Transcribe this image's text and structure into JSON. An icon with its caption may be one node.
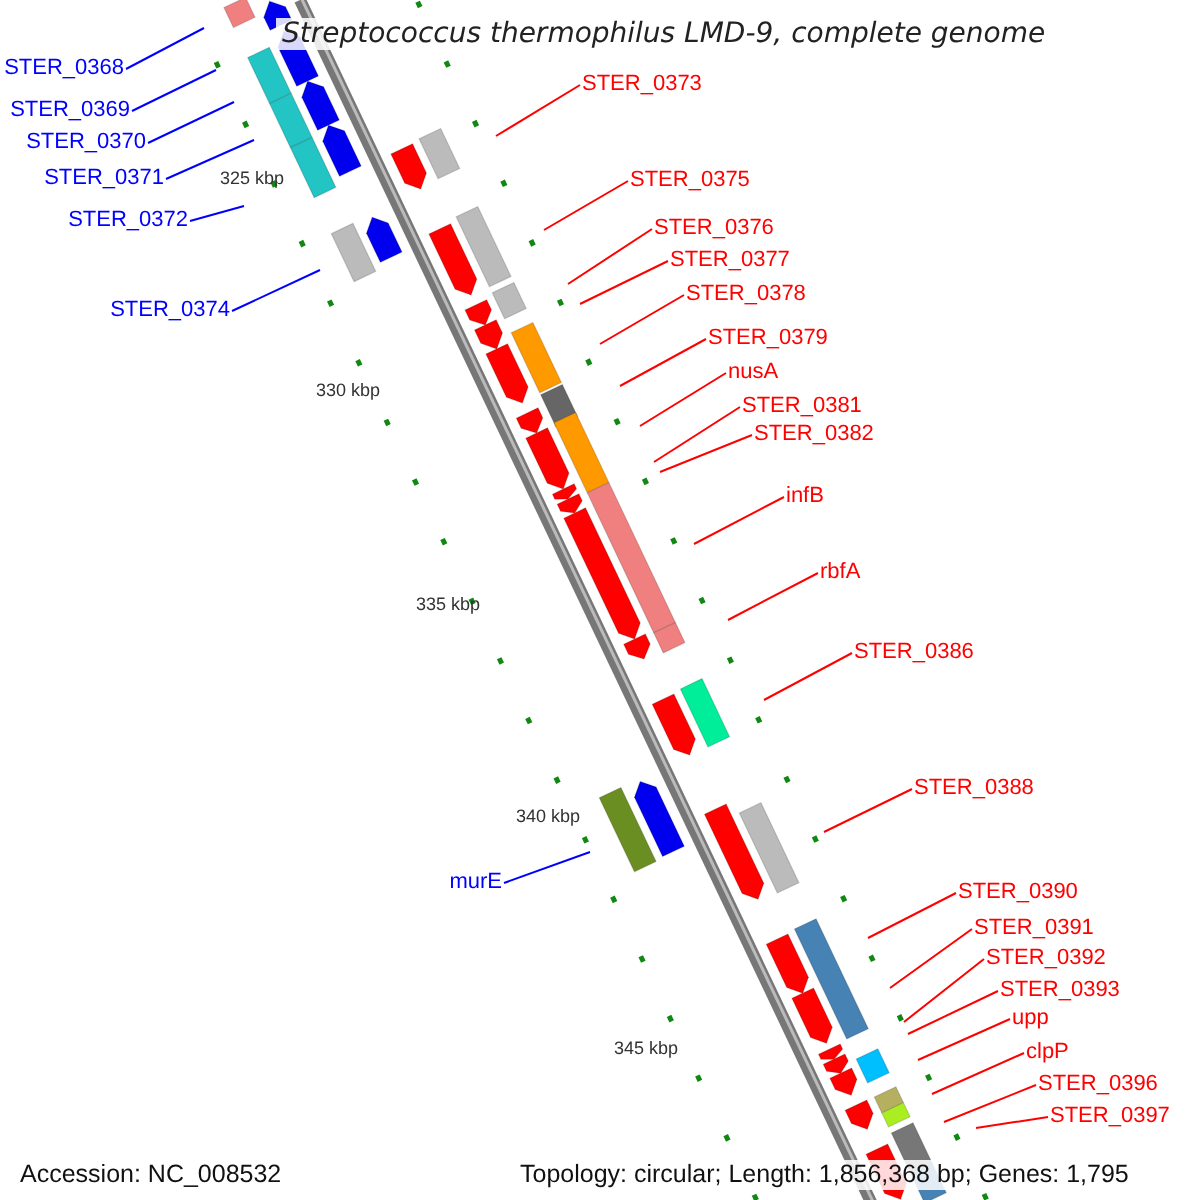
{
  "diagram": {
    "title": "Streptococcus thermophilus LMD-9, complete genome",
    "nodes": [
      {
        "text": [
          "STER_0368"
        ]
      },
      {
        "text": [
          "STER_0369"
        ]
      },
      {
        "text": [
          "STER_0370"
        ]
      },
      {
        "text": [
          "STER_0371"
        ]
      },
      {
        "text": [
          "STER_0372"
        ]
      },
      {
        "text": [
          "STER_0374"
        ]
      },
      {
        "text": [
          "murE"
        ]
      },
      {
        "text": [
          "STER_0373"
        ]
      },
      {
        "text": [
          "STER_0375"
        ]
      },
      {
        "text": [
          "STER_0376"
        ]
      },
      {
        "text": [
          "STER_0377"
        ]
      },
      {
        "text": [
          "STER_0378"
        ]
      },
      {
        "text": [
          "STER_0379"
        ]
      },
      {
        "text": [
          "nusA"
        ]
      },
      {
        "text": [
          "STER_0381"
        ]
      },
      {
        "text": [
          "STER_0382"
        ]
      },
      {
        "text": [
          "infB"
        ]
      },
      {
        "text": [
          "rbfA"
        ]
      },
      {
        "text": [
          "STER_0386"
        ]
      },
      {
        "text": [
          "STER_0388"
        ]
      },
      {
        "text": [
          "STER_0390"
        ]
      },
      {
        "text": [
          "STER_0391"
        ]
      },
      {
        "text": [
          "STER_0392"
        ]
      },
      {
        "text": [
          "STER_0393"
        ]
      },
      {
        "text": [
          "upp"
        ]
      },
      {
        "text": [
          "clpP"
        ]
      },
      {
        "text": [
          "STER_0396"
        ]
      },
      {
        "text": [
          "STER_0397"
        ]
      }
    ],
    "edges": [
      {
        "from": 0,
        "to": null,
        "arrow": "none",
        "color": "#0000ff"
      },
      {
        "from": 1,
        "to": null,
        "arrow": "none",
        "color": "#0000ff"
      },
      {
        "from": 2,
        "to": null,
        "arrow": "none",
        "color": "#0000ff"
      },
      {
        "from": 3,
        "to": null,
        "arrow": "none",
        "color": "#0000ff"
      },
      {
        "from": 4,
        "to": null,
        "arrow": "none",
        "color": "#0000ff"
      },
      {
        "from": 5,
        "to": null,
        "arrow": "none",
        "color": "#0000ff"
      },
      {
        "from": 6,
        "to": null,
        "arrow": "none",
        "color": "#0000ff"
      },
      {
        "from": 7,
        "to": null,
        "arrow": "none"
      },
      {
        "from": 8,
        "to": null,
        "arrow": "none"
      },
      {
        "from": 9,
        "to": null,
        "arrow": "none"
      },
      {
        "from": 10,
        "to": null,
        "arrow": "none"
      },
      {
        "from": 11,
        "to": null,
        "arrow": "none"
      },
      {
        "from": 12,
        "to": null,
        "arrow": "none"
      },
      {
        "from": 13,
        "to": null,
        "arrow": "none"
      },
      {
        "from": 14,
        "to": null,
        "arrow": "none"
      },
      {
        "from": 15,
        "to": null,
        "arrow": "none"
      },
      {
        "from": 16,
        "to": null,
        "arrow": "none"
      },
      {
        "from": 17,
        "to": null,
        "arrow": "none"
      },
      {
        "from": 18,
        "to": null,
        "arrow": "none"
      },
      {
        "from": 19,
        "to": null,
        "arrow": "none"
      },
      {
        "from": 20,
        "to": null,
        "arrow": "none"
      },
      {
        "from": 21,
        "to": null,
        "arrow": "none"
      },
      {
        "from": 22,
        "to": null,
        "arrow": "none"
      },
      {
        "from": 23,
        "to": null,
        "arrow": "none"
      },
      {
        "from": 24,
        "to": null,
        "arrow": "none"
      },
      {
        "from": 25,
        "to": null,
        "arrow": "none"
      },
      {
        "from": 26,
        "to": null,
        "arrow": "none"
      },
      {
        "from": 27,
        "to": null,
        "arrow": "none"
      }
    ],
    "labels": [
      "325 kbp",
      "330 kbp",
      "335 kbp",
      "340 kbp",
      "345 kbp",
      "Accession: NC_008532",
      "Topology: circular; Length: 1,856,368 bp; Genes: 1,795"
    ]
  }
}
